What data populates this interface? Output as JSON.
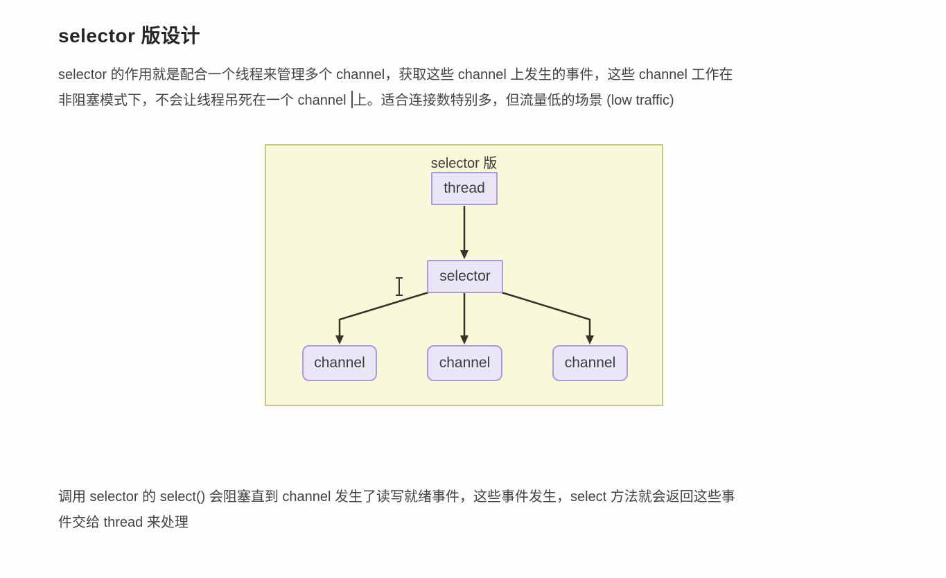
{
  "page": {
    "heading": "selector 版设计",
    "para1_line1": "selector 的作用就是配合一个线程来管理多个 channel，获取这些 channel 上发生的事件，这些 channel 工作在",
    "para1_line2_before_caret": "非阻塞模式下，不会让线程吊死在一个 channel",
    "para1_line2_after_caret": "上。适合连接数特别多，但流量低的场景 (low traffic)",
    "para2_line1": "调用 selector 的 select() 会阻塞直到 channel 发生了读写就绪事件，这些事件发生，select 方法就会返回这些事",
    "para2_line2": "件交给 thread 来处理"
  },
  "diagram": {
    "title": "selector 版",
    "nodes": {
      "thread": "thread",
      "selector": "selector",
      "channels": [
        "channel",
        "channel",
        "channel"
      ]
    },
    "colors": {
      "diagram_bg": "#f9f8d8",
      "diagram_border": "#c6c588",
      "node_fill": "#eae6f8",
      "node_border": "#a89bdf",
      "arrow": "#35312b",
      "text": "#3c3c3c"
    }
  }
}
